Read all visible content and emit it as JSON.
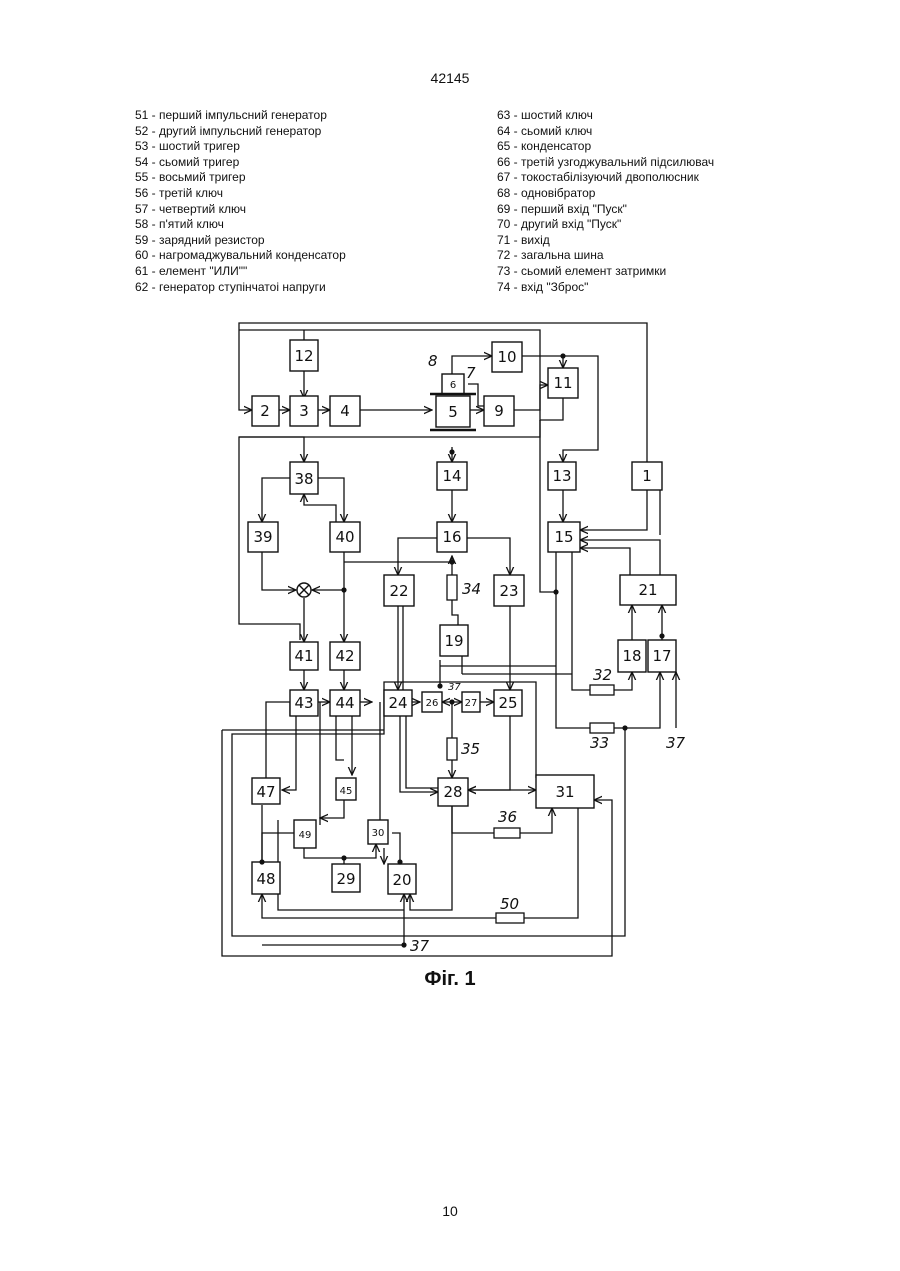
{
  "header": {
    "patent_number": "42145"
  },
  "legend_left": [
    "51 - перший імпульсний генератор",
    "52 - другий імпульсний генератор",
    "53 - шостий тригер",
    "54 - сьомий тригер",
    "55 - восьмий тригер",
    "56 - третій ключ",
    "57 - четвертий ключ",
    "58 - п'ятий ключ",
    "59 - зарядний резистор",
    "60 - нагромаджувальний конденсатор",
    "61 - елемент \"ИЛИ\"\"",
    "62 - генератор ступінчатоі напруги"
  ],
  "legend_right": [
    "63 - шостий ключ",
    "64 - сьомий ключ",
    "65 - конденсатор",
    "66 - третій узгоджувальний підсилювач",
    "67 - токостабілізуючий двополюсник",
    "68 - одновібратор",
    "69 - перший вхід \"Пуск\"",
    "70 - другий вхід \"Пуск\"",
    "71 - вихід",
    "72 - загальна шина",
    "73 - сьомий елемент затримки",
    "74 - вхід \"Зброс\""
  ],
  "diagram": {
    "blocks": [
      "12",
      "2",
      "3",
      "4",
      "5",
      "6",
      "10",
      "11",
      "9",
      "38",
      "14",
      "13",
      "1",
      "39",
      "40",
      "16",
      "15",
      "22",
      "23",
      "21",
      "19",
      "41",
      "42",
      "18",
      "17",
      "43",
      "44",
      "24",
      "26",
      "27",
      "25",
      "47",
      "45",
      "28",
      "31",
      "49",
      "30",
      "48",
      "29",
      "20"
    ],
    "resistors": [
      "34",
      "32",
      "33",
      "35",
      "36",
      "50"
    ],
    "terminals": [
      "8",
      "7",
      "37"
    ]
  },
  "caption": "Фіг. 1",
  "page_number": "10"
}
